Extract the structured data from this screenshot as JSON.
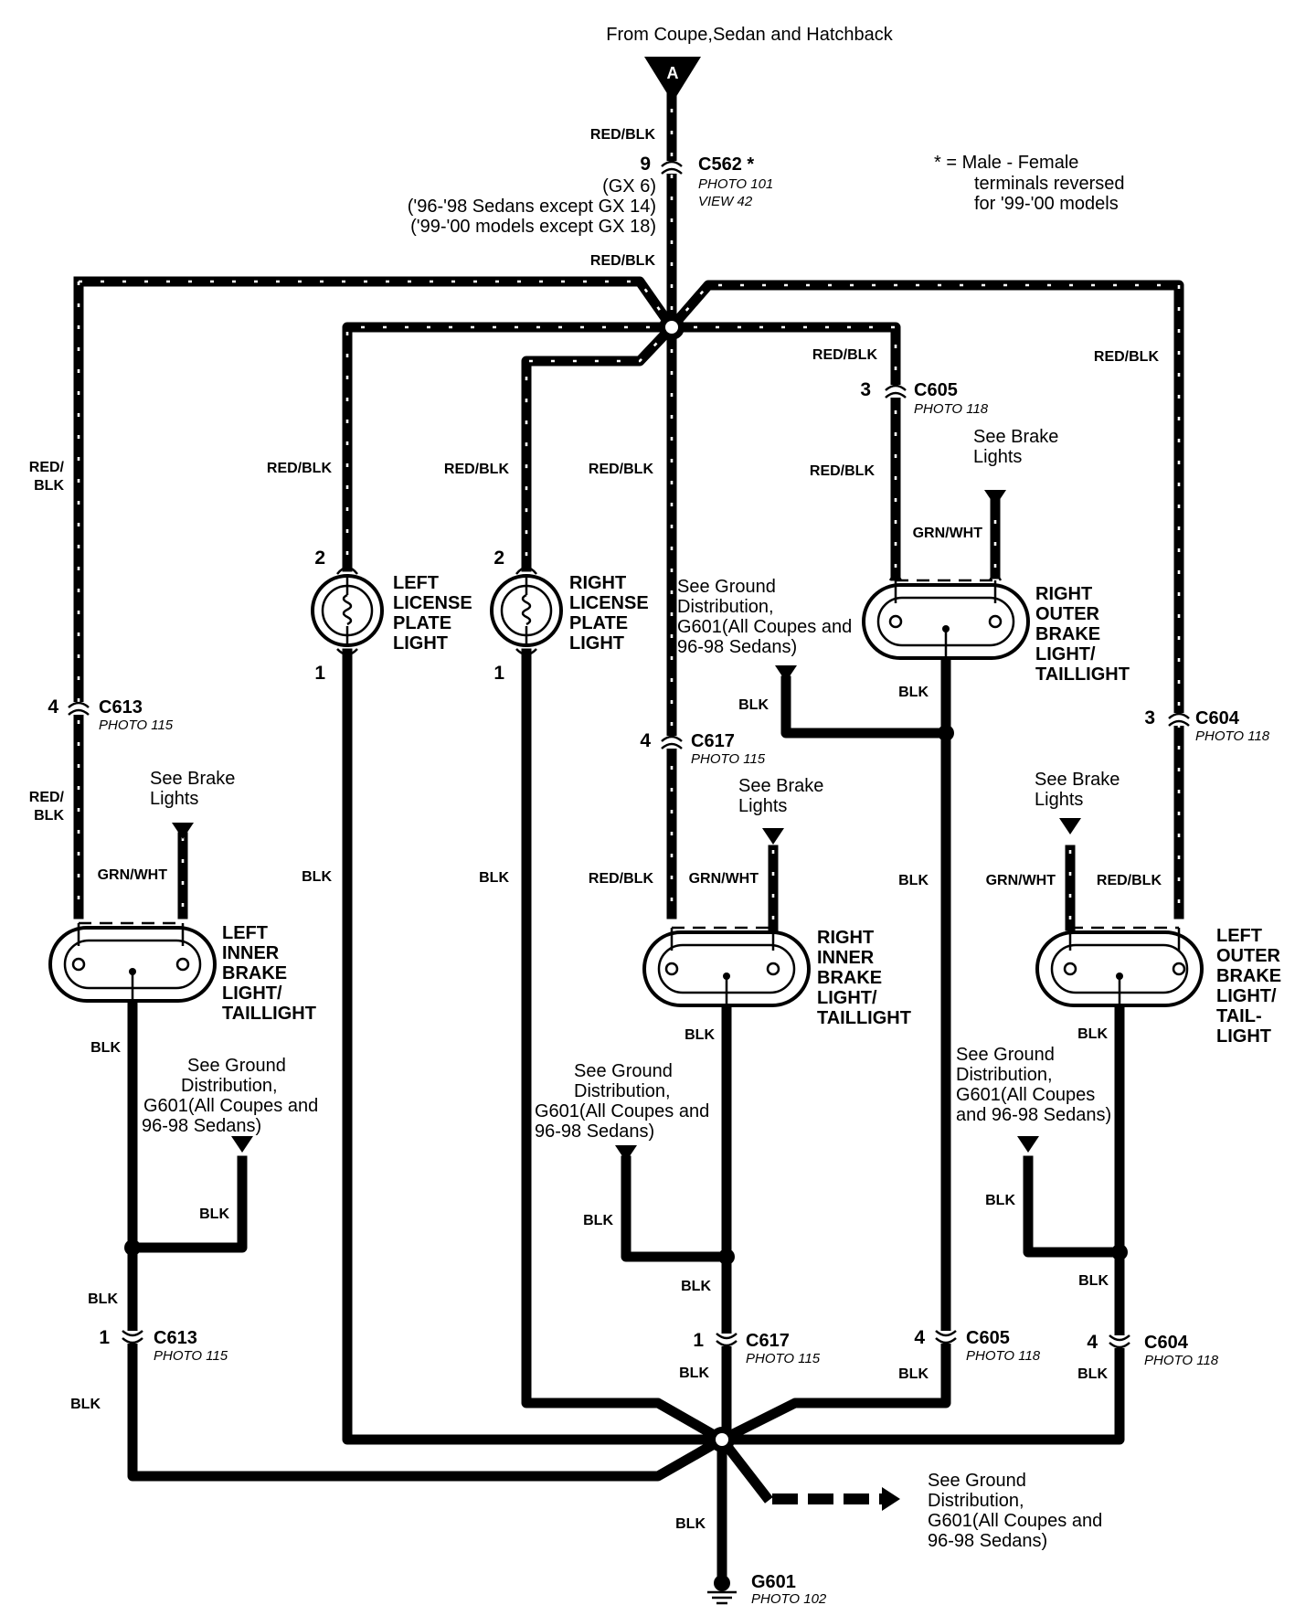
{
  "header": {
    "source_label": "From Coupe,Sedan and Hatchback",
    "source_connector": "A"
  },
  "note": {
    "line1": "* = Male - Female",
    "line2": "terminals reversed",
    "line3": "for '99-'00 models"
  },
  "c562": {
    "name": "C562 *",
    "photo": "PHOTO 101",
    "view": "VIEW 42",
    "pin": "9",
    "pin_gx": "(GX 6)",
    "pin_96_98": "('96-'98 Sedans except GX 14)",
    "pin_99_00": "('99-'00 models except GX 18)"
  },
  "wires": {
    "red_blk": "RED/BLK",
    "blk": "BLK",
    "grn_wht": "GRN/WHT",
    "red": "RED/",
    "blk2": "BLK"
  },
  "connectors": {
    "c605_top": {
      "name": "C605",
      "photo": "PHOTO 118",
      "pin": "3"
    },
    "c613_top": {
      "name": "C613",
      "photo": "PHOTO 115",
      "pin": "4"
    },
    "c617_top": {
      "name": "C617",
      "photo": "PHOTO 115",
      "pin": "4"
    },
    "c604_top": {
      "name": "C604",
      "photo": "PHOTO 118",
      "pin": "3"
    },
    "c613_bot": {
      "name": "C613",
      "photo": "PHOTO 115",
      "pin": "1"
    },
    "c617_bot": {
      "name": "C617",
      "photo": "PHOTO 115",
      "pin": "1"
    },
    "c605_bot": {
      "name": "C605",
      "photo": "PHOTO 118",
      "pin": "4"
    },
    "c604_bot": {
      "name": "C604",
      "photo": "PHOTO 118",
      "pin": "4"
    }
  },
  "lamp_pins": {
    "pin_2": "2",
    "pin_1": "1"
  },
  "lamps": {
    "left_license": [
      "LEFT",
      "LICENSE",
      "PLATE",
      "LIGHT"
    ],
    "right_license": [
      "RIGHT",
      "LICENSE",
      "PLATE",
      "LIGHT"
    ],
    "right_outer": [
      "RIGHT",
      "OUTER",
      "BRAKE",
      "LIGHT/",
      "TAILLIGHT"
    ],
    "left_inner": [
      "LEFT",
      "INNER",
      "BRAKE",
      "LIGHT/",
      "TAILLIGHT"
    ],
    "right_inner": [
      "RIGHT",
      "INNER",
      "BRAKE",
      "LIGHT/",
      "TAILLIGHT"
    ],
    "left_outer": [
      "LEFT",
      "OUTER",
      "BRAKE",
      "LIGHT/",
      "TAIL-",
      "LIGHT"
    ]
  },
  "refs": {
    "see_brake": [
      "See Brake",
      "Lights"
    ],
    "ground_a": [
      "See Ground",
      "Distribution,",
      "G601(All Coupes and",
      "96-98 Sedans)"
    ],
    "ground_b": [
      "See Ground",
      "Distribution,",
      "G601(All Coupes",
      "and 96-98 Sedans)"
    ]
  },
  "ground": {
    "name": "G601",
    "photo": "PHOTO 102"
  }
}
